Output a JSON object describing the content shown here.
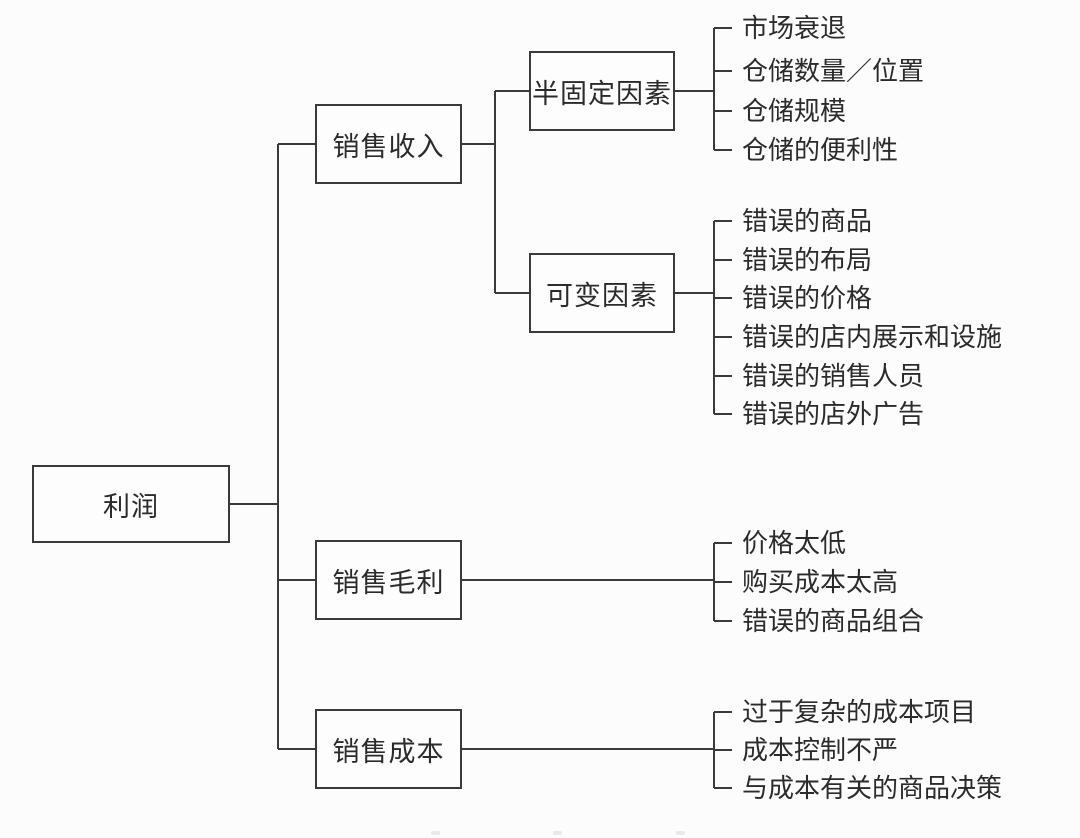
{
  "diagram": {
    "title_hint": "profit-factor-tree",
    "root": {
      "label": "利润"
    },
    "branches": [
      {
        "label": "销售收入",
        "children": [
          {
            "label": "半固定因素",
            "leaves": [
              "市场衰退",
              "仓储数量／位置",
              "仓储规模",
              "仓储的便利性"
            ]
          },
          {
            "label": "可变因素",
            "leaves": [
              "错误的商品",
              "错误的布局",
              "错误的价格",
              "错误的店内展示和设施",
              "错误的销售人员",
              "错误的店外广告"
            ]
          }
        ]
      },
      {
        "label": "销售毛利",
        "leaves": [
          "价格太低",
          "购买成本太高",
          "错误的商品组合"
        ]
      },
      {
        "label": "销售成本",
        "leaves": [
          "过于复杂的成本项目",
          "成本控制不严",
          "与成本有关的商品决策"
        ]
      }
    ],
    "colors": {
      "line": "#3a3a3a",
      "text": "#2b2b2b",
      "background": "#fcfcfc",
      "box_fill": "#fdfdfd"
    }
  }
}
